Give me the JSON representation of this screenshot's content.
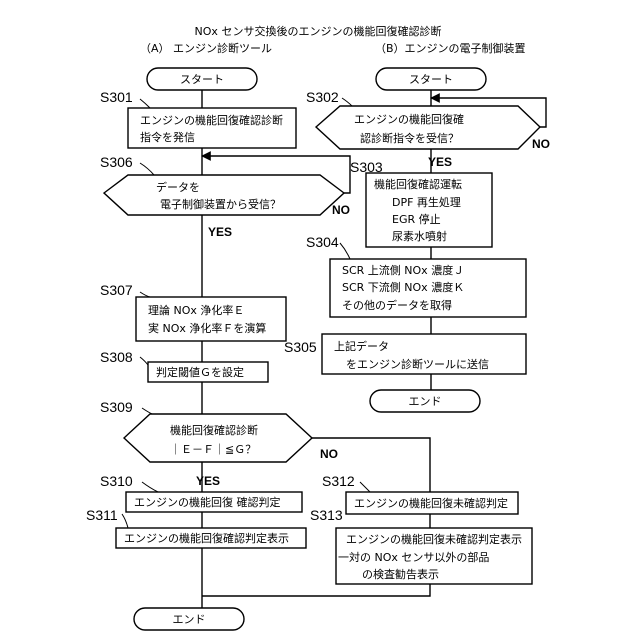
{
  "title": "NOx センサ交換後のエンジンの機能回復確認診断",
  "col_a": "（A） エンジン診断ツール",
  "col_b": "（B）エンジンの電子制御装置",
  "nodes": {
    "start_a": "スタート",
    "start_b": "スタート",
    "s301": [
      "エンジンの機能回復確認診断",
      "指令を発信"
    ],
    "s302": [
      "エンジンの機能回復確",
      "認診断指令を受信？"
    ],
    "s303": [
      "機能回復確認運転",
      "DPF 再生処理",
      "EGR 停止",
      "尿素水噴射"
    ],
    "s304": [
      "SCR 上流側 NOx 濃度Ｊ",
      "SCR 下流側 NOx 濃度Ｋ",
      "その他のデータを取得"
    ],
    "s305": [
      "上記データ",
      "をエンジン診断ツールに送信"
    ],
    "end_b": "エンド",
    "s306": [
      "データを",
      "電子制御装置から受信？"
    ],
    "s307": [
      "理論 NOx 浄化率Ｅ",
      "実 NOx 浄化率Ｆを演算"
    ],
    "s308": "判定閾値Ｇを設定",
    "s309": [
      "機能回復確認診断",
      "｜Ｅ－Ｆ｜≦Ｇ？"
    ],
    "s310": "エンジンの機能回復 確認判定",
    "s311": "エンジンの機能回復確認判定表示",
    "s312": "エンジンの機能回復未確認判定",
    "s313": [
      "エンジンの機能回復未確認判定表示",
      "一対の NOx センサ以外の部品",
      "の検査勧告表示"
    ],
    "end_a": "エンド"
  },
  "step_labels": {
    "s301": "S301",
    "s302": "S302",
    "s303": "S303",
    "s304": "S304",
    "s305": "S305",
    "s306": "S306",
    "s307": "S307",
    "s308": "S308",
    "s309": "S309",
    "s310": "S310",
    "s311": "S311",
    "s312": "S312",
    "s313": "S313"
  },
  "branches": {
    "yes_s302": "YES",
    "no_s302": "NO",
    "yes_s306": "YES",
    "no_s306": "NO",
    "yes_s309": "YES",
    "no_s309": "NO"
  }
}
